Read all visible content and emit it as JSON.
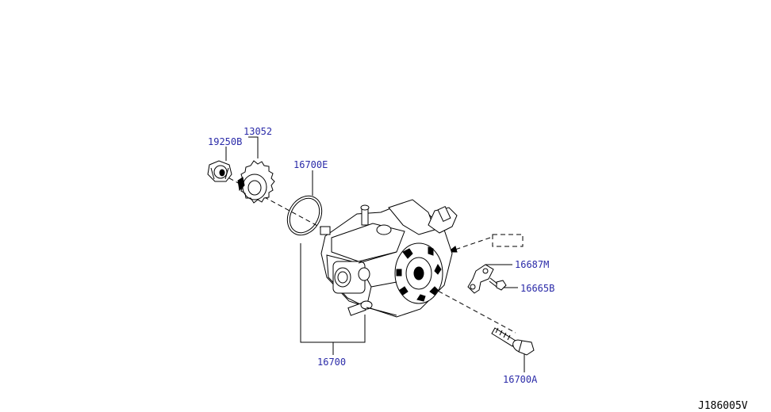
{
  "diagram": {
    "part_labels": {
      "gear_nut": "19250B",
      "gear": "13052",
      "o_ring": "16700E",
      "pump": "16700",
      "bolt": "16700A",
      "bracket": "16687M",
      "bracket_bolt": "16665B"
    },
    "figure_code": "J186005V"
  }
}
